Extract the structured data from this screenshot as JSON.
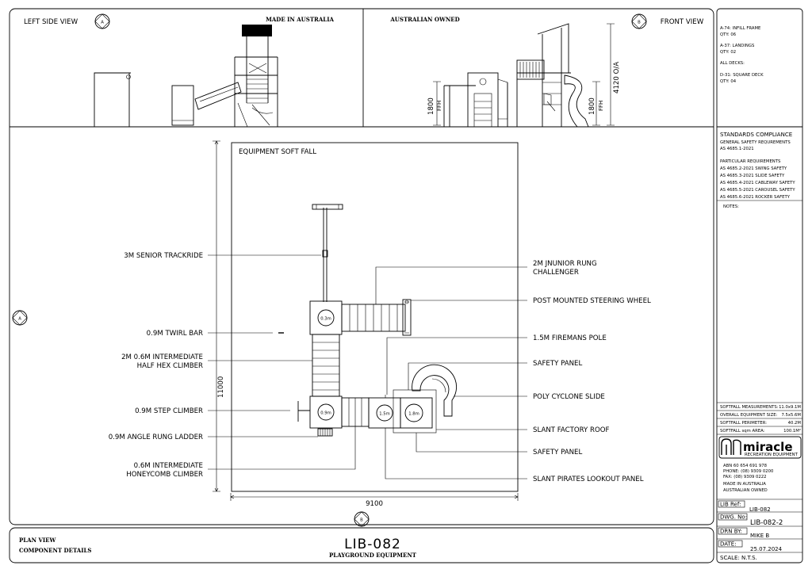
{
  "views": {
    "left_side": "LEFT SIDE VIEW",
    "front": "FRONT VIEW",
    "made_in": "MADE IN AUSTRALIA",
    "owned": "AUSTRALIAN OWNED",
    "marker_a": "A",
    "marker_b": "B"
  },
  "front_dims": {
    "ffh_label_1": "1800",
    "ffh_sub_1": "FFH",
    "ffh_label_2": "1800",
    "ffh_sub_2": "FFH",
    "overall": "4120 O/A"
  },
  "plan": {
    "soft_fall_label": "EQUIPMENT SOFT FALL",
    "dim_width": "9100",
    "dim_height": "11000",
    "deck_labels": [
      "0.3m",
      "0.9m",
      "1.5m",
      "1.8m"
    ]
  },
  "callouts_left": [
    [
      "3M SENIOR TRACKRIDE"
    ],
    [
      "0.9M TWIRL BAR"
    ],
    [
      "2M 0.6M INTERMEDIATE",
      "HALF HEX CLIMBER"
    ],
    [
      "0.9M STEP CLIMBER"
    ],
    [
      "0.9M ANGLE RUNG LADDER"
    ],
    [
      "0.6M INTERMEDIATE",
      "HONEYCOMB CLIMBER"
    ]
  ],
  "callouts_right": [
    [
      "2M JNUNIOR RUNG",
      "CHALLENGER"
    ],
    [
      "POST MOUNTED STEERING WHEEL"
    ],
    [
      "1.5M FIREMANS POLE"
    ],
    [
      "SAFETY PANEL"
    ],
    [
      "POLY CYCLONE SLIDE"
    ],
    [
      "SLANT FACTORY ROOF"
    ],
    [
      "SAFETY PANEL"
    ],
    [
      "SLANT PIRATES LOOKOUT PANEL"
    ]
  ],
  "components": [
    [
      "A-74: INFILL FRAME",
      "QTY: 06"
    ],
    [
      "A-37: LANDINGS",
      "QTY: 02"
    ],
    [
      "ALL DECKS:"
    ],
    [
      "D-31: SQUARE DECK",
      "QTY: 04"
    ]
  ],
  "standards": {
    "title": "STANDARDS COMPLIANCE",
    "general": "GENERAL SAFETY REQUREMENTS",
    "general_std": "AS 4685.1-2021",
    "particular": "PARTICULAR REQUIREMENTS",
    "items": [
      "AS 4685.2-2021 SWING SAFETY",
      "AS 4685.3-2021 SLIDE SAFETY",
      "AS 4685.4-2021 CABLEWAY SAFETY",
      "AS 4685.5-2021 CAROUSEL SAFETY",
      "AS 4685.6-2021 ROCKER SAFETY"
    ],
    "notes": "NOTES:"
  },
  "softfall": [
    [
      "SOFTFALL MEASUREMENTS:",
      "11.0x9.1M"
    ],
    [
      "OVERALL EQUIPMENT SIZE:",
      "7.5x5.6M"
    ],
    [
      "SOFTFALL PERIMETER:",
      "40.2M"
    ],
    [
      "SOFTFALL sqm AREA:",
      "100.1M²"
    ]
  ],
  "company": {
    "logo": "miracle",
    "logo_sub": "RECREATION EQUIPMENT",
    "abn": "ABN 60 654 691 978",
    "phone": "PHONE: (08) 9309 0200",
    "fax": "FAX:   (08) 9309 0222",
    "made": "MADE IN AUSTRALIA",
    "owned": "AUSTRALIAN OWNED"
  },
  "titleblock": {
    "lib_ref_label": "LIB Ref:",
    "lib_ref": "LIB-082",
    "dwg_label": "DWG. No:",
    "dwg": "LIB-082-2",
    "drn_label": "DRN BY:",
    "drn": "MIKE B",
    "date_label": "DATE:",
    "date": "25.07.2024",
    "scale": "SCALE: N.T.S."
  },
  "bottom": {
    "line1": "PLAN VIEW",
    "line2": "COMPONENT DETAILS",
    "code": "LIB-082",
    "subtitle": "PLAYGROUND EQUIPMENT"
  }
}
